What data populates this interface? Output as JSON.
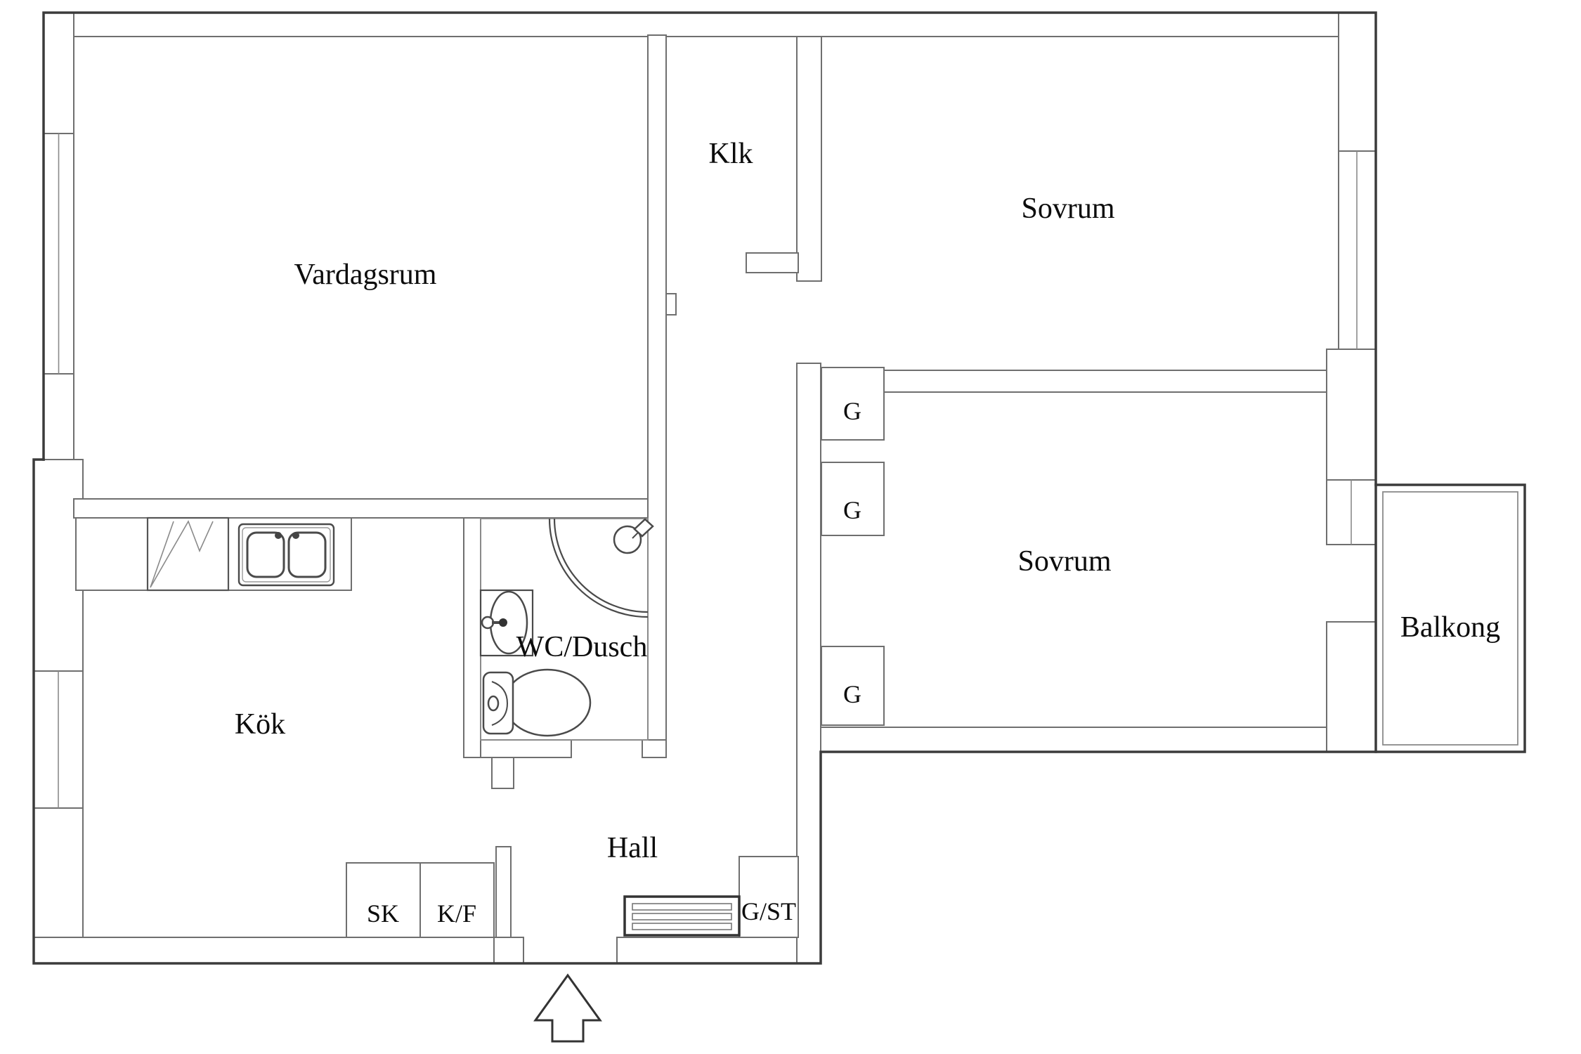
{
  "plan": {
    "type": "floorplan",
    "language": "sv",
    "labels": [
      {
        "id": "vardagsrum",
        "text": "Vardagsrum"
      },
      {
        "id": "klk",
        "text": "Klk"
      },
      {
        "id": "sovrum-1",
        "text": "Sovrum"
      },
      {
        "id": "sovrum-2",
        "text": "Sovrum"
      },
      {
        "id": "balkong",
        "text": "Balkong"
      },
      {
        "id": "kok",
        "text": "Kök"
      },
      {
        "id": "wc-dusch",
        "text": "WC/Dusch"
      },
      {
        "id": "hall",
        "text": "Hall"
      },
      {
        "id": "g-closet-1",
        "text": "G"
      },
      {
        "id": "g-closet-2",
        "text": "G"
      },
      {
        "id": "g-closet-3",
        "text": "G"
      },
      {
        "id": "sk-closet",
        "text": "SK"
      },
      {
        "id": "kf-unit",
        "text": "K/F"
      },
      {
        "id": "gst-closet",
        "text": "G/ST"
      }
    ],
    "colors": {
      "background": "#ffffff",
      "inner_wall_stroke": "#6f6f6f",
      "outer_wall_stroke": "#3b3b3b",
      "fixture_stroke": "#4a4a4a",
      "text": "#0c0c0c"
    }
  }
}
